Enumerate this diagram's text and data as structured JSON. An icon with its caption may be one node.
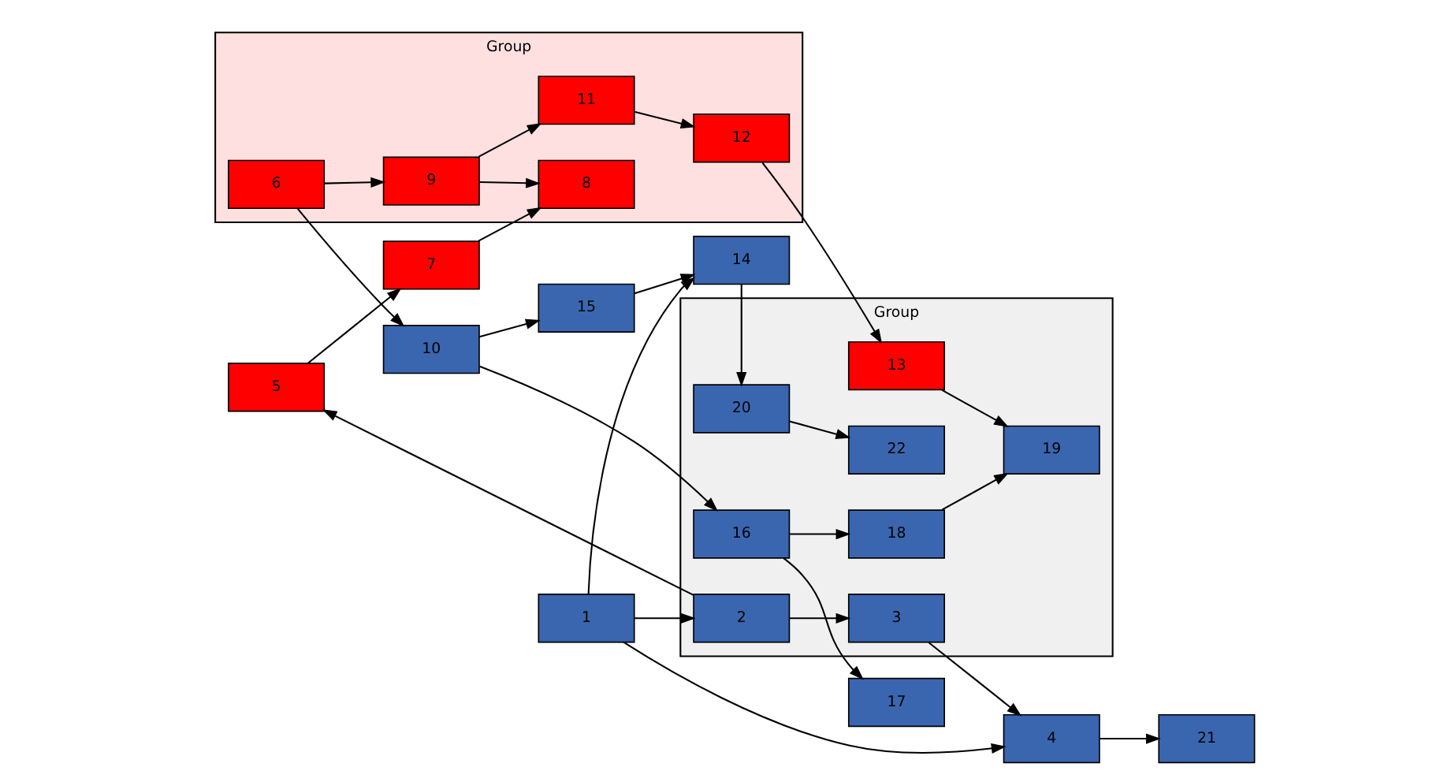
{
  "diagram": {
    "nodes": [
      {
        "text": [
          "Group"
        ]
      },
      {
        "text": [
          "3"
        ],
        "in": 0
      },
      {
        "text": [
          "2"
        ],
        "in": 0
      },
      {
        "text": [
          "22"
        ],
        "in": 0
      },
      {
        "text": [
          "20"
        ],
        "in": 0
      },
      {
        "text": [
          "19"
        ],
        "in": 0
      },
      {
        "text": [
          "18"
        ],
        "in": 0
      },
      {
        "text": [
          "13"
        ],
        "in": 0
      },
      {
        "text": [
          "16"
        ],
        "in": 0
      },
      {
        "text": [
          "4"
        ]
      },
      {
        "text": [
          "21"
        ]
      },
      {
        "text": [
          "1"
        ]
      },
      {
        "text": [
          "14"
        ]
      },
      {
        "text": [
          "15"
        ]
      },
      {
        "text": [
          "10"
        ]
      },
      {
        "text": [
          "17"
        ]
      },
      {
        "text": [
          "5"
        ]
      },
      {
        "text": [
          "7"
        ]
      },
      {
        "text": [
          "Group"
        ]
      },
      {
        "text": [
          "8"
        ],
        "in": 18
      },
      {
        "text": [
          "12"
        ],
        "in": 18
      },
      {
        "text": [
          "11"
        ],
        "in": 18
      },
      {
        "text": [
          "9"
        ],
        "in": 18
      },
      {
        "text": [
          "6"
        ],
        "in": 18
      }
    ],
    "edges": [
      {
        "from": 2,
        "to": 1,
        "arrow": "to"
      },
      {
        "from": 1,
        "to": 9,
        "arrow": "to"
      },
      {
        "from": 9,
        "to": 10,
        "arrow": "to"
      },
      {
        "from": 11,
        "to": 9,
        "arrow": "to"
      },
      {
        "from": 11,
        "to": 2,
        "arrow": "to"
      },
      {
        "from": 11,
        "to": 12,
        "arrow": "to"
      },
      {
        "from": 2,
        "to": 16,
        "arrow": "to"
      },
      {
        "from": 16,
        "to": 17,
        "arrow": "to"
      },
      {
        "from": 17,
        "to": 19,
        "arrow": "to"
      },
      {
        "from": 12,
        "to": 4,
        "arrow": "to"
      },
      {
        "from": 4,
        "to": 3,
        "arrow": "to"
      },
      {
        "from": 13,
        "to": 12,
        "arrow": "to"
      },
      {
        "from": 14,
        "to": 13,
        "arrow": "to"
      },
      {
        "from": 14,
        "to": 8,
        "arrow": "to"
      },
      {
        "from": 8,
        "to": 6,
        "arrow": "to"
      },
      {
        "from": 6,
        "to": 5,
        "arrow": "to"
      },
      {
        "from": 8,
        "to": 15,
        "arrow": "to"
      },
      {
        "from": 7,
        "to": 5,
        "arrow": "to"
      },
      {
        "from": 20,
        "to": 7,
        "arrow": "to"
      },
      {
        "from": 21,
        "to": 20,
        "arrow": "to"
      },
      {
        "from": 22,
        "to": 21,
        "arrow": "to"
      },
      {
        "from": 22,
        "to": 19,
        "arrow": "to"
      },
      {
        "from": 23,
        "to": 22,
        "arrow": "to"
      },
      {
        "from": 23,
        "to": 14,
        "arrow": "to"
      }
    ]
  }
}
